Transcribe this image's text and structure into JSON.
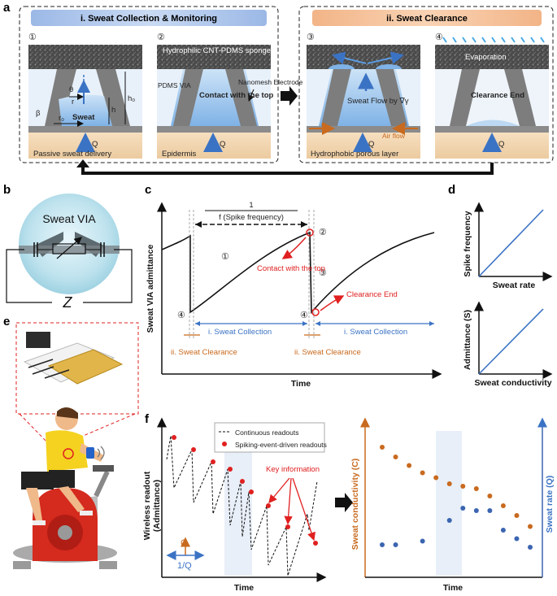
{
  "panels": {
    "a": "a",
    "b": "b",
    "c": "c",
    "d": "d",
    "e": "e",
    "f": "f"
  },
  "a": {
    "left_title": "i. Sweat Collection & Monitoring",
    "right_title": "ii. Sweat Clearance",
    "steps": [
      "①",
      "②",
      "③",
      "④"
    ],
    "s1": {
      "theta": "θ",
      "r": "r",
      "h0": "h₀",
      "beta": "β",
      "r0": "r₀",
      "h": "h",
      "sweat": "Sweat",
      "q": "Q",
      "caption": "Passive sweat delivery"
    },
    "s2": {
      "sponge": "Hydrophilic CNT-PDMS sponge",
      "pdms_via": "PDMS VIA",
      "nanomesh": "Nanomesh Electrode",
      "contact": "Contact with the top",
      "q": "Q",
      "epidermis": "Epidermis"
    },
    "s3": {
      "sweat_flow": "Sweat Flow by ∇γ",
      "air_flow": "Air flow",
      "q": "Q",
      "porous": "Hydrophobic porous layer"
    },
    "s4": {
      "evaporation": "Evaporation",
      "clearance_end": "Clearance End",
      "q": "Q"
    }
  },
  "b": {
    "title": "Sweat VIA",
    "z": "Z"
  },
  "c": {
    "period_num": "1",
    "period_den": "f (Spike frequency)",
    "ylabel": "Sweat VIA admittance",
    "xlabel": "Time",
    "marks": [
      "①",
      "②",
      "③",
      "④",
      "④"
    ],
    "contact": "Contact with the top",
    "clearance_end": "Clearance End",
    "collection": "i. Sweat Collection",
    "clearance": "ii. Sweat Clearance"
  },
  "d": {
    "top_y": "Spike frequency",
    "top_x": "Sweat rate",
    "bot_y": "Admittance (S)",
    "bot_x": "Sweat conductivity"
  },
  "f": {
    "legend_cont": "Continuous readouts",
    "legend_spike": "Spiking-event-driven readouts",
    "key": "Key information",
    "left_y": "Wireless readout (Admittance)",
    "left_x": "Time",
    "c_lbl": "C",
    "q_lbl": "1/Q",
    "right_y1": "Sweat conductivity (C)",
    "right_y2": "Sweat rate (Q)",
    "right_x": "Time"
  },
  "chart_data": {
    "type": "scatter",
    "series": [
      {
        "name": "Sweat conductivity (C)",
        "x": [
          1,
          2,
          3,
          4,
          5,
          6,
          7,
          8,
          9,
          10,
          11,
          12
        ],
        "values": [
          10,
          9.2,
          8.5,
          7.9,
          7.5,
          7.0,
          6.8,
          6.6,
          6.0,
          5.2,
          4.4,
          3.5
        ]
      },
      {
        "name": "Sweat rate (Q)",
        "x": [
          1,
          2,
          4,
          6,
          7,
          8,
          9,
          10,
          11,
          12
        ],
        "values": [
          2.0,
          2.0,
          2.3,
          4.0,
          5.0,
          4.8,
          4.8,
          3.2,
          2.5,
          1.8
        ]
      }
    ],
    "colors": {
      "conductivity": "#c86a1f",
      "rate": "#3b65b0"
    }
  }
}
